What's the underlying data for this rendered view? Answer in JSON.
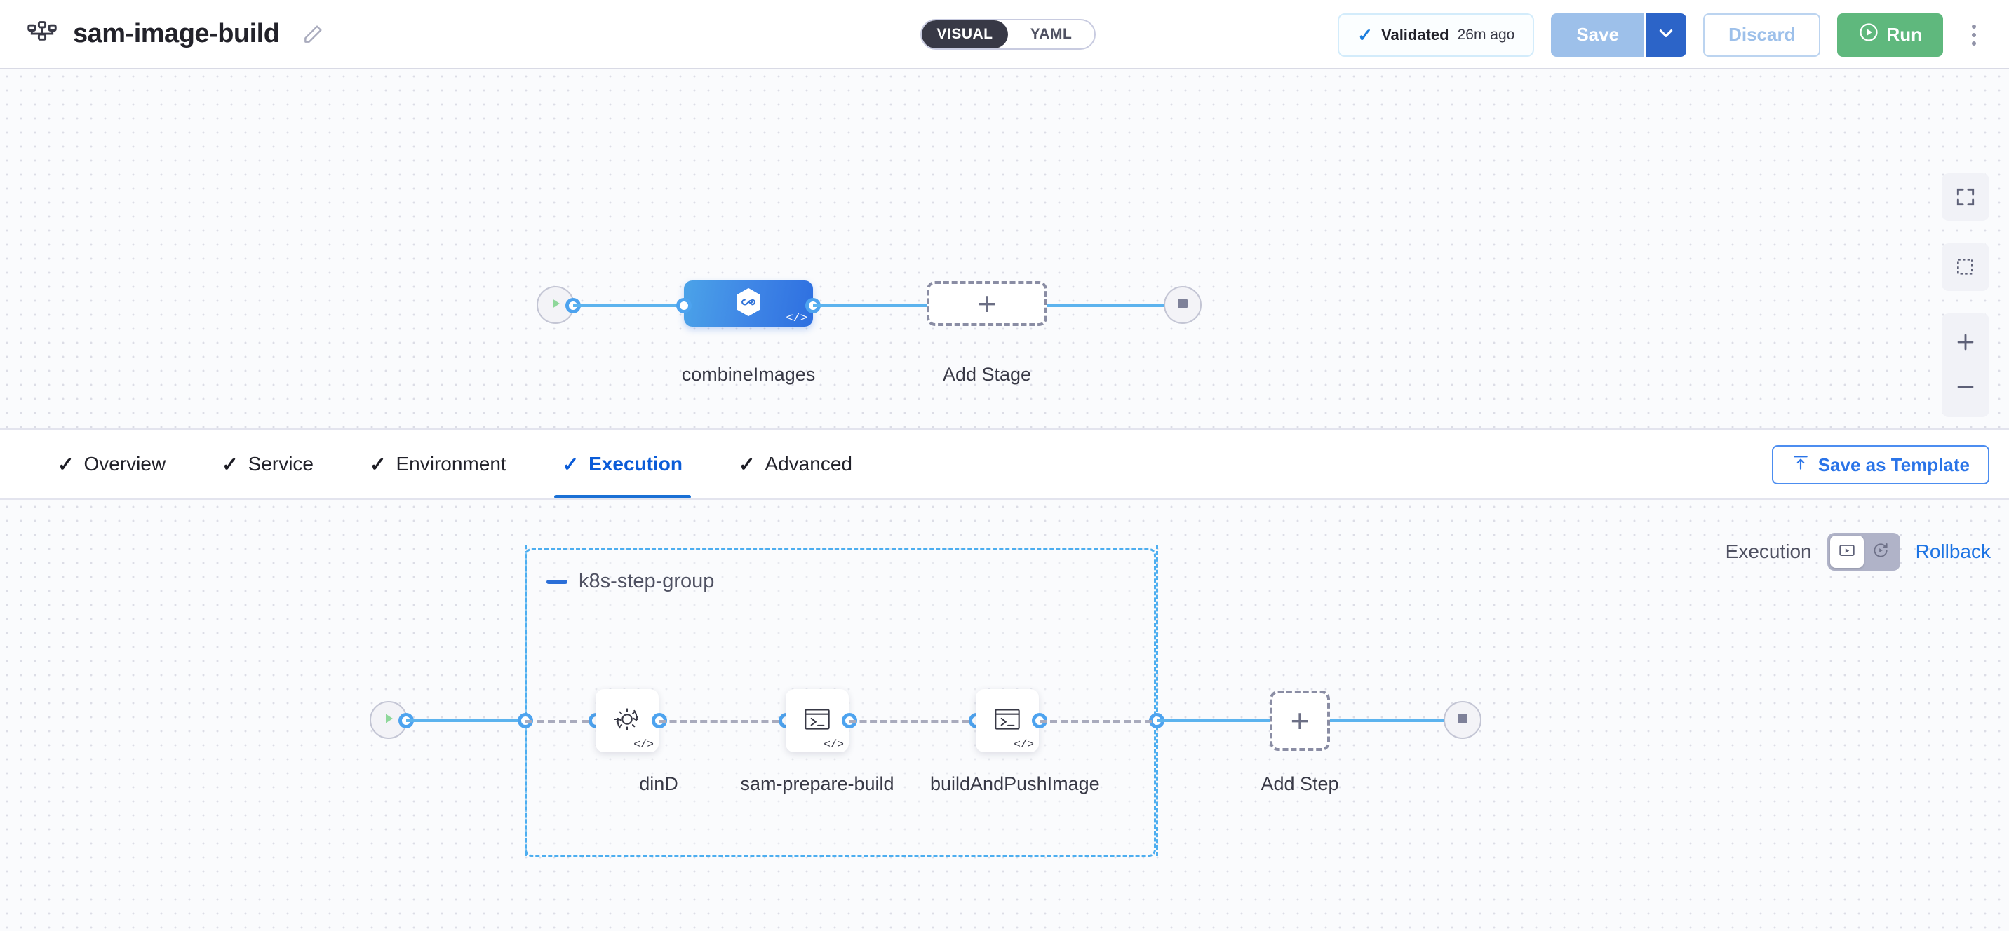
{
  "header": {
    "pipeline_icon": "pipeline-nodes-icon",
    "title": "sam-image-build",
    "edit_icon": "pencil-edit-icon",
    "mode_toggle": {
      "options": [
        "VISUAL",
        "YAML"
      ],
      "selected": "VISUAL"
    },
    "validation": {
      "check_icon": "check-icon",
      "label": "Validated",
      "time": "26m ago"
    },
    "save_label": "Save",
    "save_caret_icon": "chevron-down-icon",
    "discard_label": "Discard",
    "run_label": "Run",
    "run_icon": "play-circle-icon",
    "more_icon": "kebab-menu-icon"
  },
  "canvas_tools": {
    "fit_icon": "fit-to-screen-icon",
    "select_icon": "marquee-select-icon",
    "zoom_in_icon": "plus-icon",
    "zoom_out_icon": "minus-icon"
  },
  "stage_graph": {
    "start_icon": "play-triangle-icon",
    "end_icon": "stop-square-icon",
    "stage": {
      "name": "combineImages",
      "type_icon": "harness-ci-hexagon-icon",
      "code_badge": "</>"
    },
    "add_stage": {
      "label": "Add Stage",
      "icon": "plus-icon"
    }
  },
  "tabs": [
    {
      "label": "Overview",
      "icon": "check-icon",
      "active": false
    },
    {
      "label": "Service",
      "icon": "check-icon",
      "active": false
    },
    {
      "label": "Environment",
      "icon": "check-icon",
      "active": false
    },
    {
      "label": "Execution",
      "icon": "check-icon",
      "active": true
    },
    {
      "label": "Advanced",
      "icon": "check-icon",
      "active": false
    }
  ],
  "save_as_template": {
    "label": "Save as Template",
    "icon": "upload-template-icon"
  },
  "execution_toggle": {
    "label": "Execution",
    "rollback_label": "Rollback",
    "execution_icon": "play-in-box-icon",
    "rollback_icon": "rollback-replay-icon",
    "selected": "execution"
  },
  "execution_graph": {
    "start_icon": "play-triangle-icon",
    "end_icon": "stop-square-icon",
    "step_group": {
      "name": "k8s-step-group",
      "collapse_icon": "minus-collapse-icon"
    },
    "steps": [
      {
        "name": "dinD",
        "icon": "gear-rotate-icon",
        "code_badge": "</>"
      },
      {
        "name": "sam-prepare-build",
        "icon": "terminal-shell-icon",
        "code_badge": "</>"
      },
      {
        "name": "buildAndPushImage",
        "icon": "terminal-shell-icon",
        "code_badge": "</>"
      }
    ],
    "add_step": {
      "label": "Add Step",
      "icon": "plus-icon"
    }
  },
  "colors": {
    "accent_blue": "#2a74e8",
    "edge_blue": "#5cb3ee",
    "group_border": "#4daef0",
    "run_green": "#5fb87d",
    "stage_blue_from": "#4ba3e8",
    "stage_blue_to": "#2e6fe0",
    "dashed_gray": "#a9abbd"
  }
}
